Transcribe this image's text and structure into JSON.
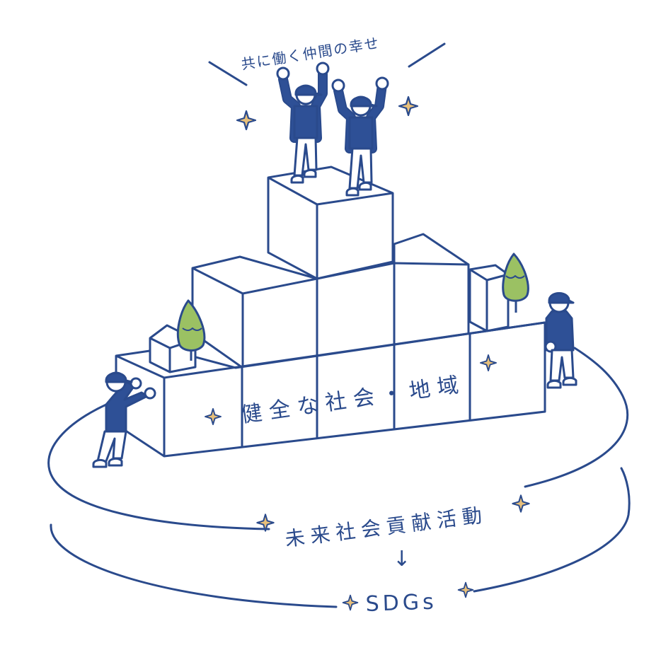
{
  "labels": {
    "top": "共に働く仲間の幸せ",
    "middle": "健全な社会・地域",
    "bottom": "未来社会貢献活動",
    "arrow": "↓",
    "sdgs": "SDGs"
  },
  "colors": {
    "line": "#2a4a8c",
    "fill_person": "#2e5096",
    "tree": "#9bc163",
    "sparkle": "#e8c07a",
    "background": "#ffffff"
  },
  "icons": [
    "sparkle-icon",
    "tree-icon",
    "house-icon",
    "person-icon"
  ]
}
